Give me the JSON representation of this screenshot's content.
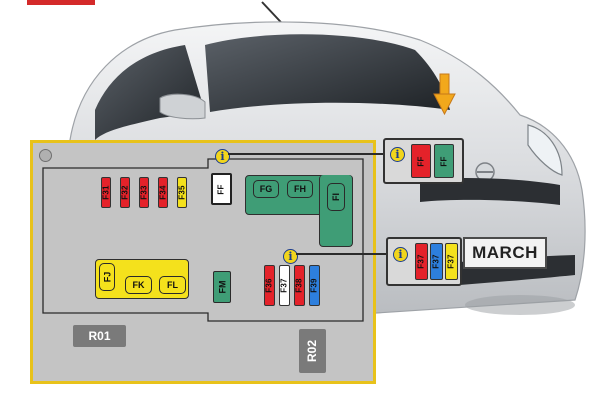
{
  "palette": {
    "red": "#e4222a",
    "yellow": "#f4e11c",
    "white": "#ffffff",
    "blue": "#2d7fdd",
    "green": "#3f9d76",
    "frame": "#e8c21a",
    "arrow": "#f2a81c",
    "block_label_bg": "#7a7a7a"
  },
  "car": {
    "plate": "MARCH",
    "location_arrow_icon": "down-arrow-icon"
  },
  "fuse_box": {
    "top_fuses": [
      {
        "label": "F31",
        "color": "red"
      },
      {
        "label": "F32",
        "color": "red"
      },
      {
        "label": "F33",
        "color": "red"
      },
      {
        "label": "F34",
        "color": "red"
      },
      {
        "label": "F35",
        "color": "yellow"
      }
    ],
    "ff_fuse": {
      "label": "FF",
      "color": "white"
    },
    "green_relays": [
      "FG",
      "FH",
      "FI"
    ],
    "yellow_relays": [
      "FJ",
      "FK",
      "FL"
    ],
    "fm_relay": "FM",
    "bottom_fuses": [
      {
        "label": "F36",
        "color": "red"
      },
      {
        "label": "F37",
        "color": "white"
      },
      {
        "label": "F38",
        "color": "red"
      },
      {
        "label": "F39",
        "color": "blue"
      }
    ],
    "blocks": [
      "R01",
      "R02"
    ],
    "info_icon_text": "i"
  },
  "callouts": {
    "top": {
      "fuses": [
        {
          "label": "FF",
          "color": "red"
        },
        {
          "label": "FF",
          "color": "green"
        }
      ]
    },
    "bottom": {
      "fuses": [
        {
          "label": "F37",
          "color": "red"
        },
        {
          "label": "F37",
          "color": "blue"
        },
        {
          "label": "F37",
          "color": "yellow"
        }
      ]
    }
  }
}
